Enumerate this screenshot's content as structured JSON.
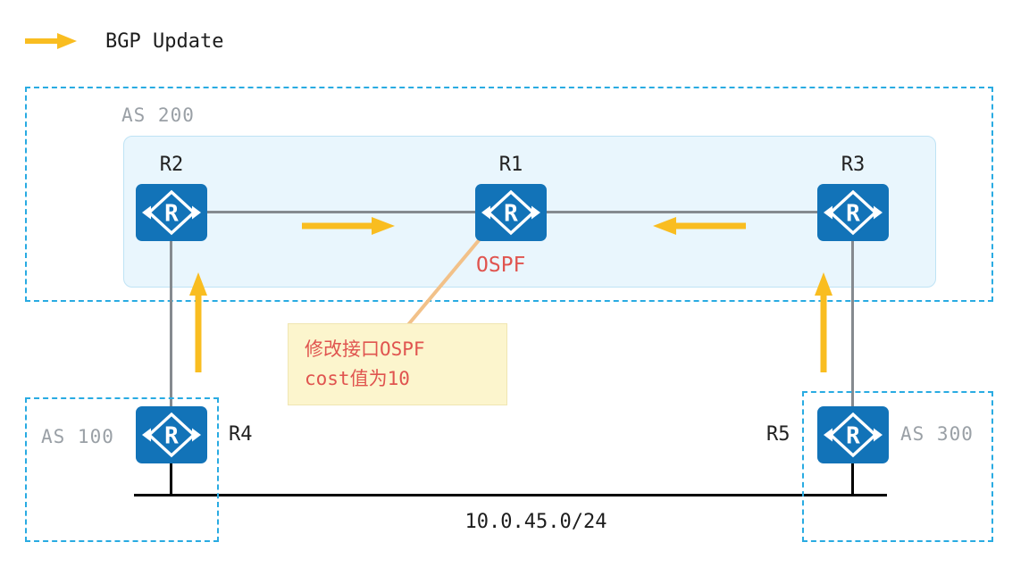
{
  "legend": {
    "label": "BGP Update"
  },
  "areas": {
    "as200": {
      "label": "AS 200"
    },
    "as100": {
      "label": "AS 100"
    },
    "as300": {
      "label": "AS 300"
    }
  },
  "routers": {
    "icon_letter": "R",
    "r1": "R1",
    "r2": "R2",
    "r3": "R3",
    "r4": "R4",
    "r5": "R5"
  },
  "labels": {
    "ospf": "OSPF",
    "subnet": "10.0.45.0/24"
  },
  "annotation": {
    "line1": "修改接口OSPF",
    "line2": "cost值为10"
  },
  "colors": {
    "dashed_border": "#29abe2",
    "inner_box_bg": "#e9f6fd",
    "router_blue": "#1273b8",
    "arrow_yellow": "#f9bd20",
    "red_text": "#e0544f",
    "annotation_bg": "#fcf5cd",
    "callout_line": "#f2c189",
    "gray_line": "#858a8f"
  }
}
